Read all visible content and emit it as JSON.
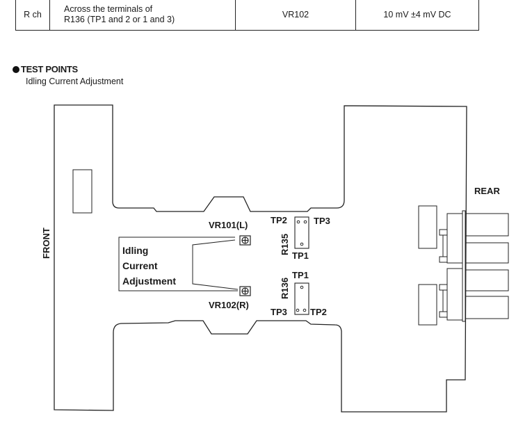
{
  "table": {
    "row": {
      "channel": "R ch",
      "location_line1": "Across the terminals of",
      "location_line2": "R136 (TP1 and 2 or 1 and 3)",
      "adjust": "VR102",
      "value": "10 mV ±4 mV DC"
    }
  },
  "section": {
    "title": "TEST POINTS",
    "subtitle": "Idling Current Adjustment"
  },
  "diagram": {
    "front": "FRONT",
    "rear": "REAR",
    "vr101": "VR101(L)",
    "vr102": "VR102(R)",
    "callout": [
      "Idling",
      "Current",
      "Adjustment"
    ],
    "r135": "R135",
    "r136": "R136",
    "tp1": "TP1",
    "tp2": "TP2",
    "tp3": "TP3"
  }
}
